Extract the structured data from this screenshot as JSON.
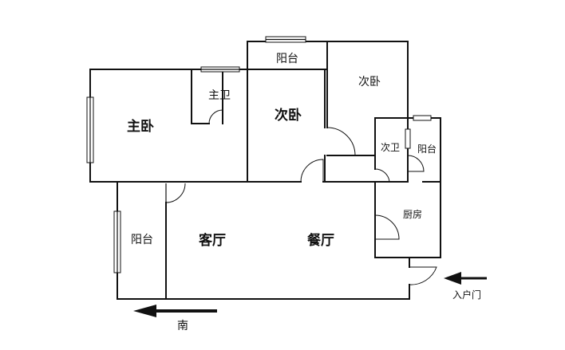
{
  "rooms": {
    "master_bedroom": "主卧",
    "master_bath": "主卫",
    "bedroom_2_center": "次卧",
    "bedroom_2_top": "次卧",
    "balcony_top": "阳台",
    "secondary_bath": "次卫",
    "balcony_right": "阳台",
    "kitchen": "厨房",
    "balcony_left": "阳台",
    "living_room": "客厅",
    "dining_room": "餐厅"
  },
  "annotations": {
    "entrance": "入户门",
    "south": "南"
  },
  "colors": {
    "line": "#111111",
    "background": "#ffffff"
  }
}
